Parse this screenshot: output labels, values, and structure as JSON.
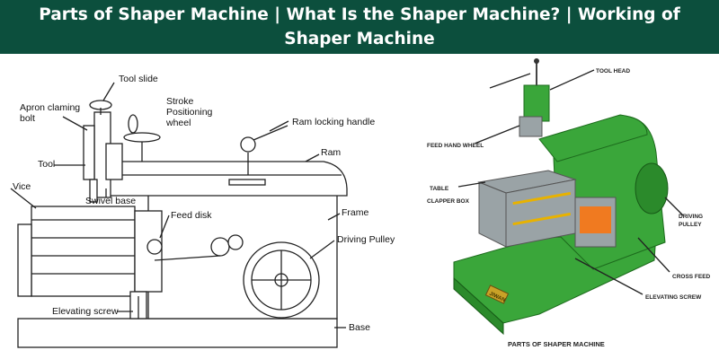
{
  "header": {
    "title_line1": "Parts of Shaper Machine | What Is the Shaper Machine? | Working of",
    "title_line2": "Shaper Machine"
  },
  "left_diagram": {
    "labels": {
      "tool_slide": "Tool slide",
      "apron_1": "Apron claming",
      "apron_2": "bolt",
      "stroke_1": "Stroke",
      "stroke_2": "Positioning",
      "stroke_3": "wheel",
      "ram_locking_handle": "Ram locking handle",
      "ram": "Ram",
      "tool": "Tool",
      "vice": "Vice",
      "swivel_base": "Swivel base",
      "feed_disk": "Feed disk",
      "frame": "Frame",
      "driving_pulley": "Driving Pulley",
      "elevating_screw": "Elevating screw",
      "base": "Base"
    }
  },
  "right_image": {
    "labels": {
      "feed_hand_wheel": "FEED HAND WHEEL",
      "tool_head": "TOOL HEAD",
      "clapper_box": "CLAPPER BOX",
      "table": "TABLE",
      "driving_1": "DRIVING",
      "driving_2": "PULLEY",
      "cross_feed": "CROSS FEED",
      "elevating_screw": "ELEVATING SCREW",
      "brand": "JIWAN"
    },
    "caption": "PARTS OF SHAPER MACHINE",
    "colors": {
      "machine": "#3aa63a",
      "header": "#0c4f3d"
    }
  }
}
